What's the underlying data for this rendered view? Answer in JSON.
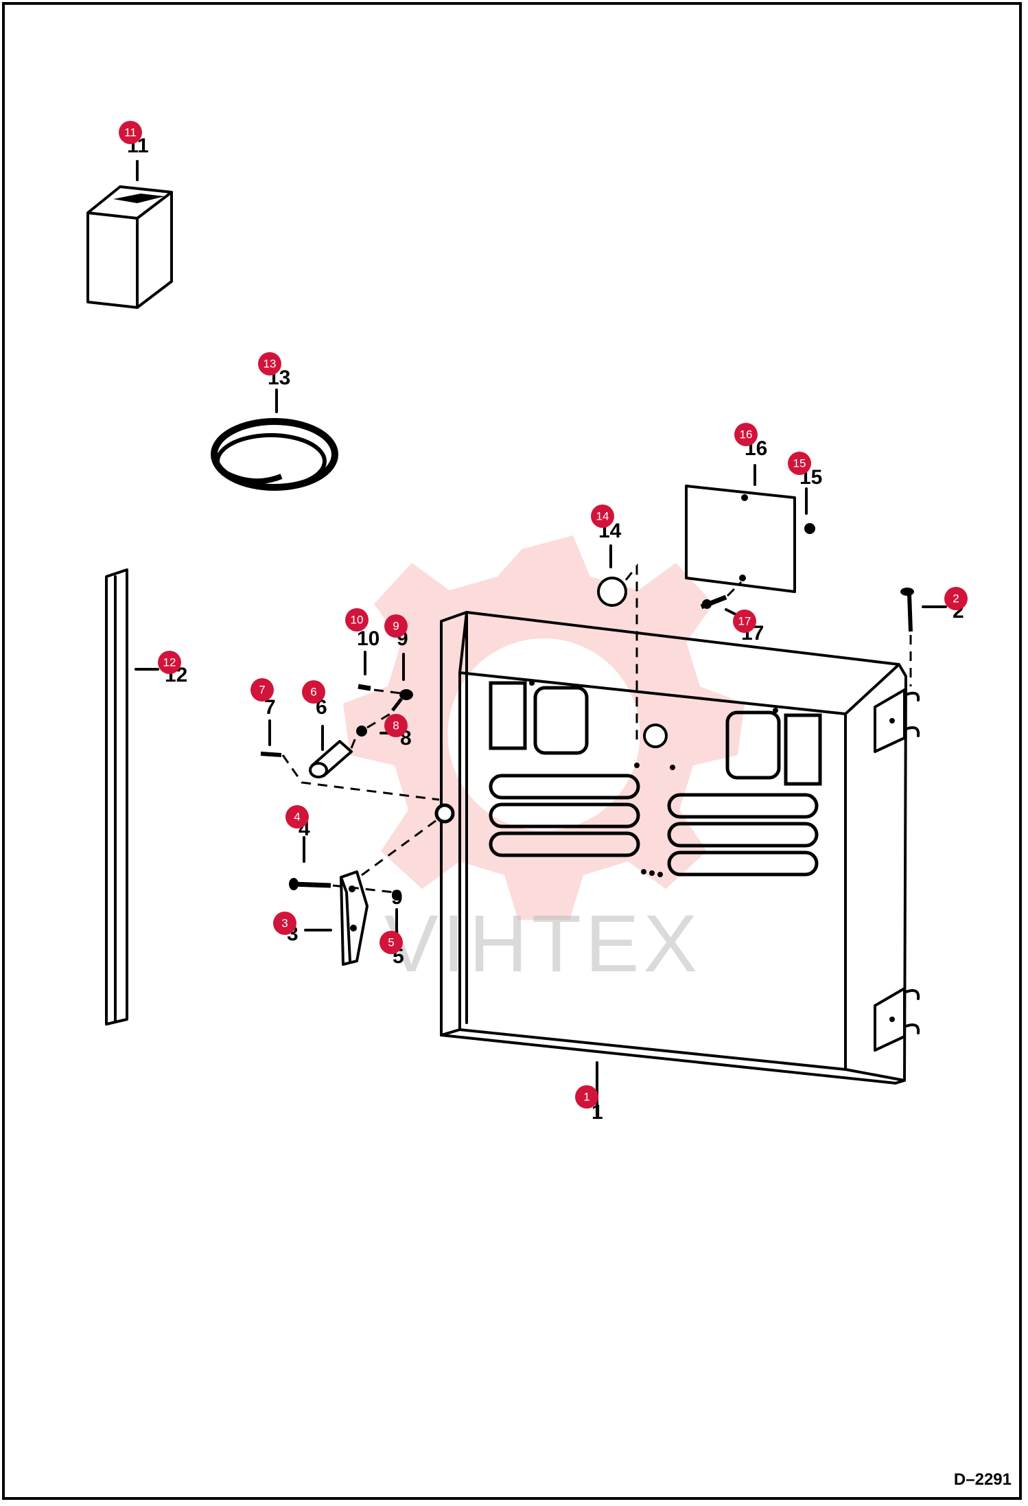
{
  "drawing_number": "D–2291",
  "watermark_text": "VIHTEX",
  "accent_color": "#d2143a",
  "parts": [
    {
      "id": "1",
      "label": "1"
    },
    {
      "id": "2",
      "label": "2"
    },
    {
      "id": "3",
      "label": "3"
    },
    {
      "id": "4",
      "label": "4"
    },
    {
      "id": "5",
      "label": "5"
    },
    {
      "id": "6",
      "label": "6"
    },
    {
      "id": "7",
      "label": "7"
    },
    {
      "id": "8",
      "label": "8"
    },
    {
      "id": "9",
      "label": "9"
    },
    {
      "id": "10",
      "label": "10"
    },
    {
      "id": "11",
      "label": "11"
    },
    {
      "id": "12",
      "label": "12"
    },
    {
      "id": "13",
      "label": "13"
    },
    {
      "id": "14",
      "label": "14"
    },
    {
      "id": "15",
      "label": "15"
    },
    {
      "id": "16",
      "label": "16"
    },
    {
      "id": "17",
      "label": "17"
    }
  ]
}
